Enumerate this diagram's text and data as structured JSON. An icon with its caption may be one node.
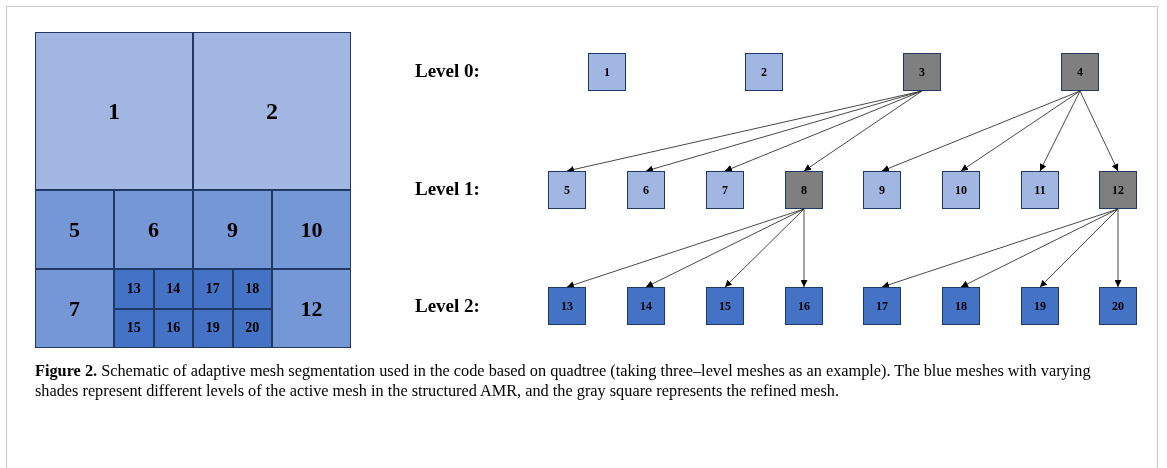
{
  "diagram": {
    "caption": "**Figure 2.** Schematic of adaptive mesh segmentation used in the code based on quadtree (taking three–level meshes as an example). The blue meshes with varying shades represent different levels of the active mesh in the structured AMR, and the gray square represents the refined mesh.",
    "nodes": [
      {
        "text": [
          "1"
        ]
      },
      {
        "text": [
          "2"
        ]
      },
      {
        "text": [
          "5"
        ]
      },
      {
        "text": [
          "6"
        ]
      },
      {
        "text": [
          "9"
        ]
      },
      {
        "text": [
          "10"
        ]
      },
      {
        "text": [
          "7"
        ]
      },
      {
        "text": [
          "13"
        ]
      },
      {
        "text": [
          "14"
        ]
      },
      {
        "text": [
          "17"
        ]
      },
      {
        "text": [
          "18"
        ]
      },
      {
        "text": [
          "12"
        ]
      },
      {
        "text": [
          "15"
        ]
      },
      {
        "text": [
          "16"
        ]
      },
      {
        "text": [
          "19"
        ]
      },
      {
        "text": [
          "20"
        ]
      },
      {
        "text": [
          "1"
        ]
      },
      {
        "text": [
          "2"
        ]
      },
      {
        "text": [
          "3"
        ]
      },
      {
        "text": [
          "4"
        ]
      },
      {
        "text": [
          "5"
        ]
      },
      {
        "text": [
          "6"
        ]
      },
      {
        "text": [
          "7"
        ]
      },
      {
        "text": [
          "8"
        ]
      },
      {
        "text": [
          "9"
        ]
      },
      {
        "text": [
          "10"
        ]
      },
      {
        "text": [
          "11"
        ]
      },
      {
        "text": [
          "12"
        ]
      },
      {
        "text": [
          "13"
        ]
      },
      {
        "text": [
          "14"
        ]
      },
      {
        "text": [
          "15"
        ]
      },
      {
        "text": [
          "16"
        ]
      },
      {
        "text": [
          "17"
        ]
      },
      {
        "text": [
          "18"
        ]
      },
      {
        "text": [
          "19"
        ]
      },
      {
        "text": [
          "20"
        ]
      }
    ],
    "edges": [
      {
        "from": 18,
        "to": 20,
        "arrow": "to"
      },
      {
        "from": 18,
        "to": 21,
        "arrow": "to"
      },
      {
        "from": 18,
        "to": 22,
        "arrow": "to"
      },
      {
        "from": 18,
        "to": 23,
        "arrow": "to"
      },
      {
        "from": 19,
        "to": 24,
        "arrow": "to"
      },
      {
        "from": 19,
        "to": 25,
        "arrow": "to"
      },
      {
        "from": 19,
        "to": 26,
        "arrow": "to"
      },
      {
        "from": 19,
        "to": 27,
        "arrow": "to"
      },
      {
        "from": 23,
        "to": 28,
        "arrow": "to"
      },
      {
        "from": 23,
        "to": 29,
        "arrow": "to"
      },
      {
        "from": 23,
        "to": 30,
        "arrow": "to"
      },
      {
        "from": 23,
        "to": 31,
        "arrow": "to"
      },
      {
        "from": 27,
        "to": 32,
        "arrow": "to"
      },
      {
        "from": 27,
        "to": 33,
        "arrow": "to"
      },
      {
        "from": 27,
        "to": 34,
        "arrow": "to"
      },
      {
        "from": 27,
        "to": 35,
        "arrow": "to"
      }
    ],
    "labels": [
      "Level 0:",
      "Level 1:",
      "Level 2:"
    ]
  }
}
